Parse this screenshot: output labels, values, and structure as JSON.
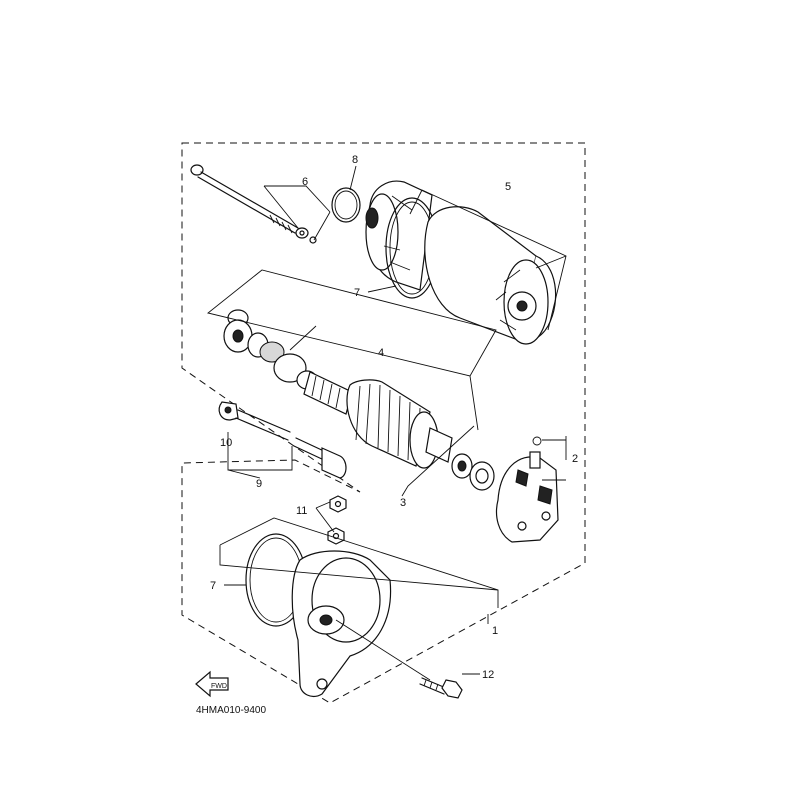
{
  "diagram": {
    "code": "4HMA010-9400",
    "fwd_label": "FWD",
    "callouts": {
      "n1": "1",
      "n2": "2",
      "n3": "3",
      "n4": "4",
      "n5": "5",
      "n6": "6",
      "n7a": "7",
      "n7b": "7",
      "n8": "8",
      "n9": "9",
      "n10": "10",
      "n11": "11",
      "n12": "12"
    }
  }
}
